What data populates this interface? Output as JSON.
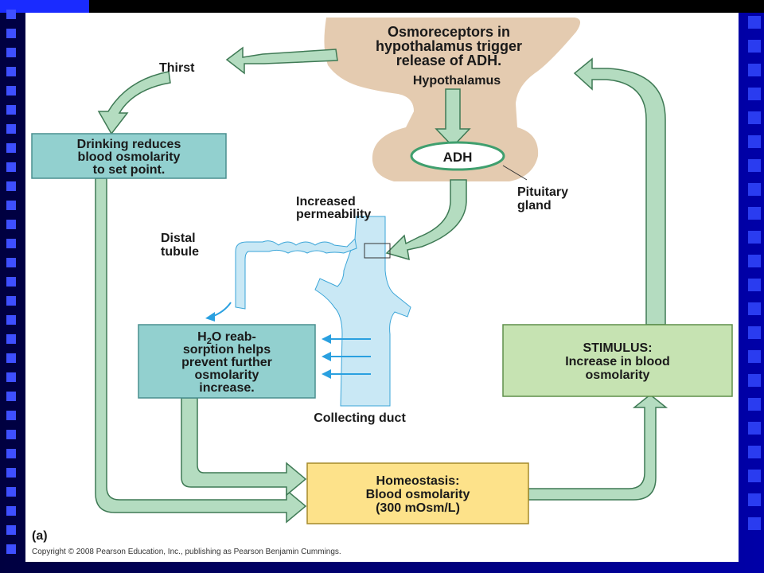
{
  "osmoreceptors": [
    "Osmoreceptors in",
    "hypothalamus trigger",
    "release of ADH."
  ],
  "hypothalamus": "Hypothalamus",
  "adh": "ADH",
  "pituitary": [
    "Pituitary",
    "gland"
  ],
  "thirst": "Thirst",
  "drinking": [
    "Drinking reduces",
    "blood osmolarity",
    "to set point."
  ],
  "increased_permeability": [
    "Increased",
    "permeability"
  ],
  "distal_tubule": [
    "Distal",
    "tubule"
  ],
  "h2o": {
    "line1_pre": "H",
    "line1_sub": "2",
    "line1_post": "O reab-",
    "lines": [
      "sorption helps",
      "prevent further",
      "osmolarity",
      "increase."
    ]
  },
  "collecting_duct": "Collecting duct",
  "stimulus": [
    "STIMULUS:",
    "Increase in blood",
    "osmolarity"
  ],
  "homeostasis": [
    "Homeostasis:",
    "Blood osmolarity",
    "(300 mOsm/L)"
  ],
  "panel_label": "(a)",
  "copyright": "Copyright © 2008 Pearson Education, Inc., publishing as Pearson Benjamin Cummings.",
  "colors": {
    "arrow_fill": "#b4dcc0",
    "arrow_stroke": "#3f7a55",
    "tan": "#e4cbb0",
    "teal_box": "#92d0cf",
    "green_box": "#c6e3b2",
    "yellow_box": "#fde28a",
    "duct": "#c9e8f5",
    "blue_arrow": "#2aa0e0"
  }
}
